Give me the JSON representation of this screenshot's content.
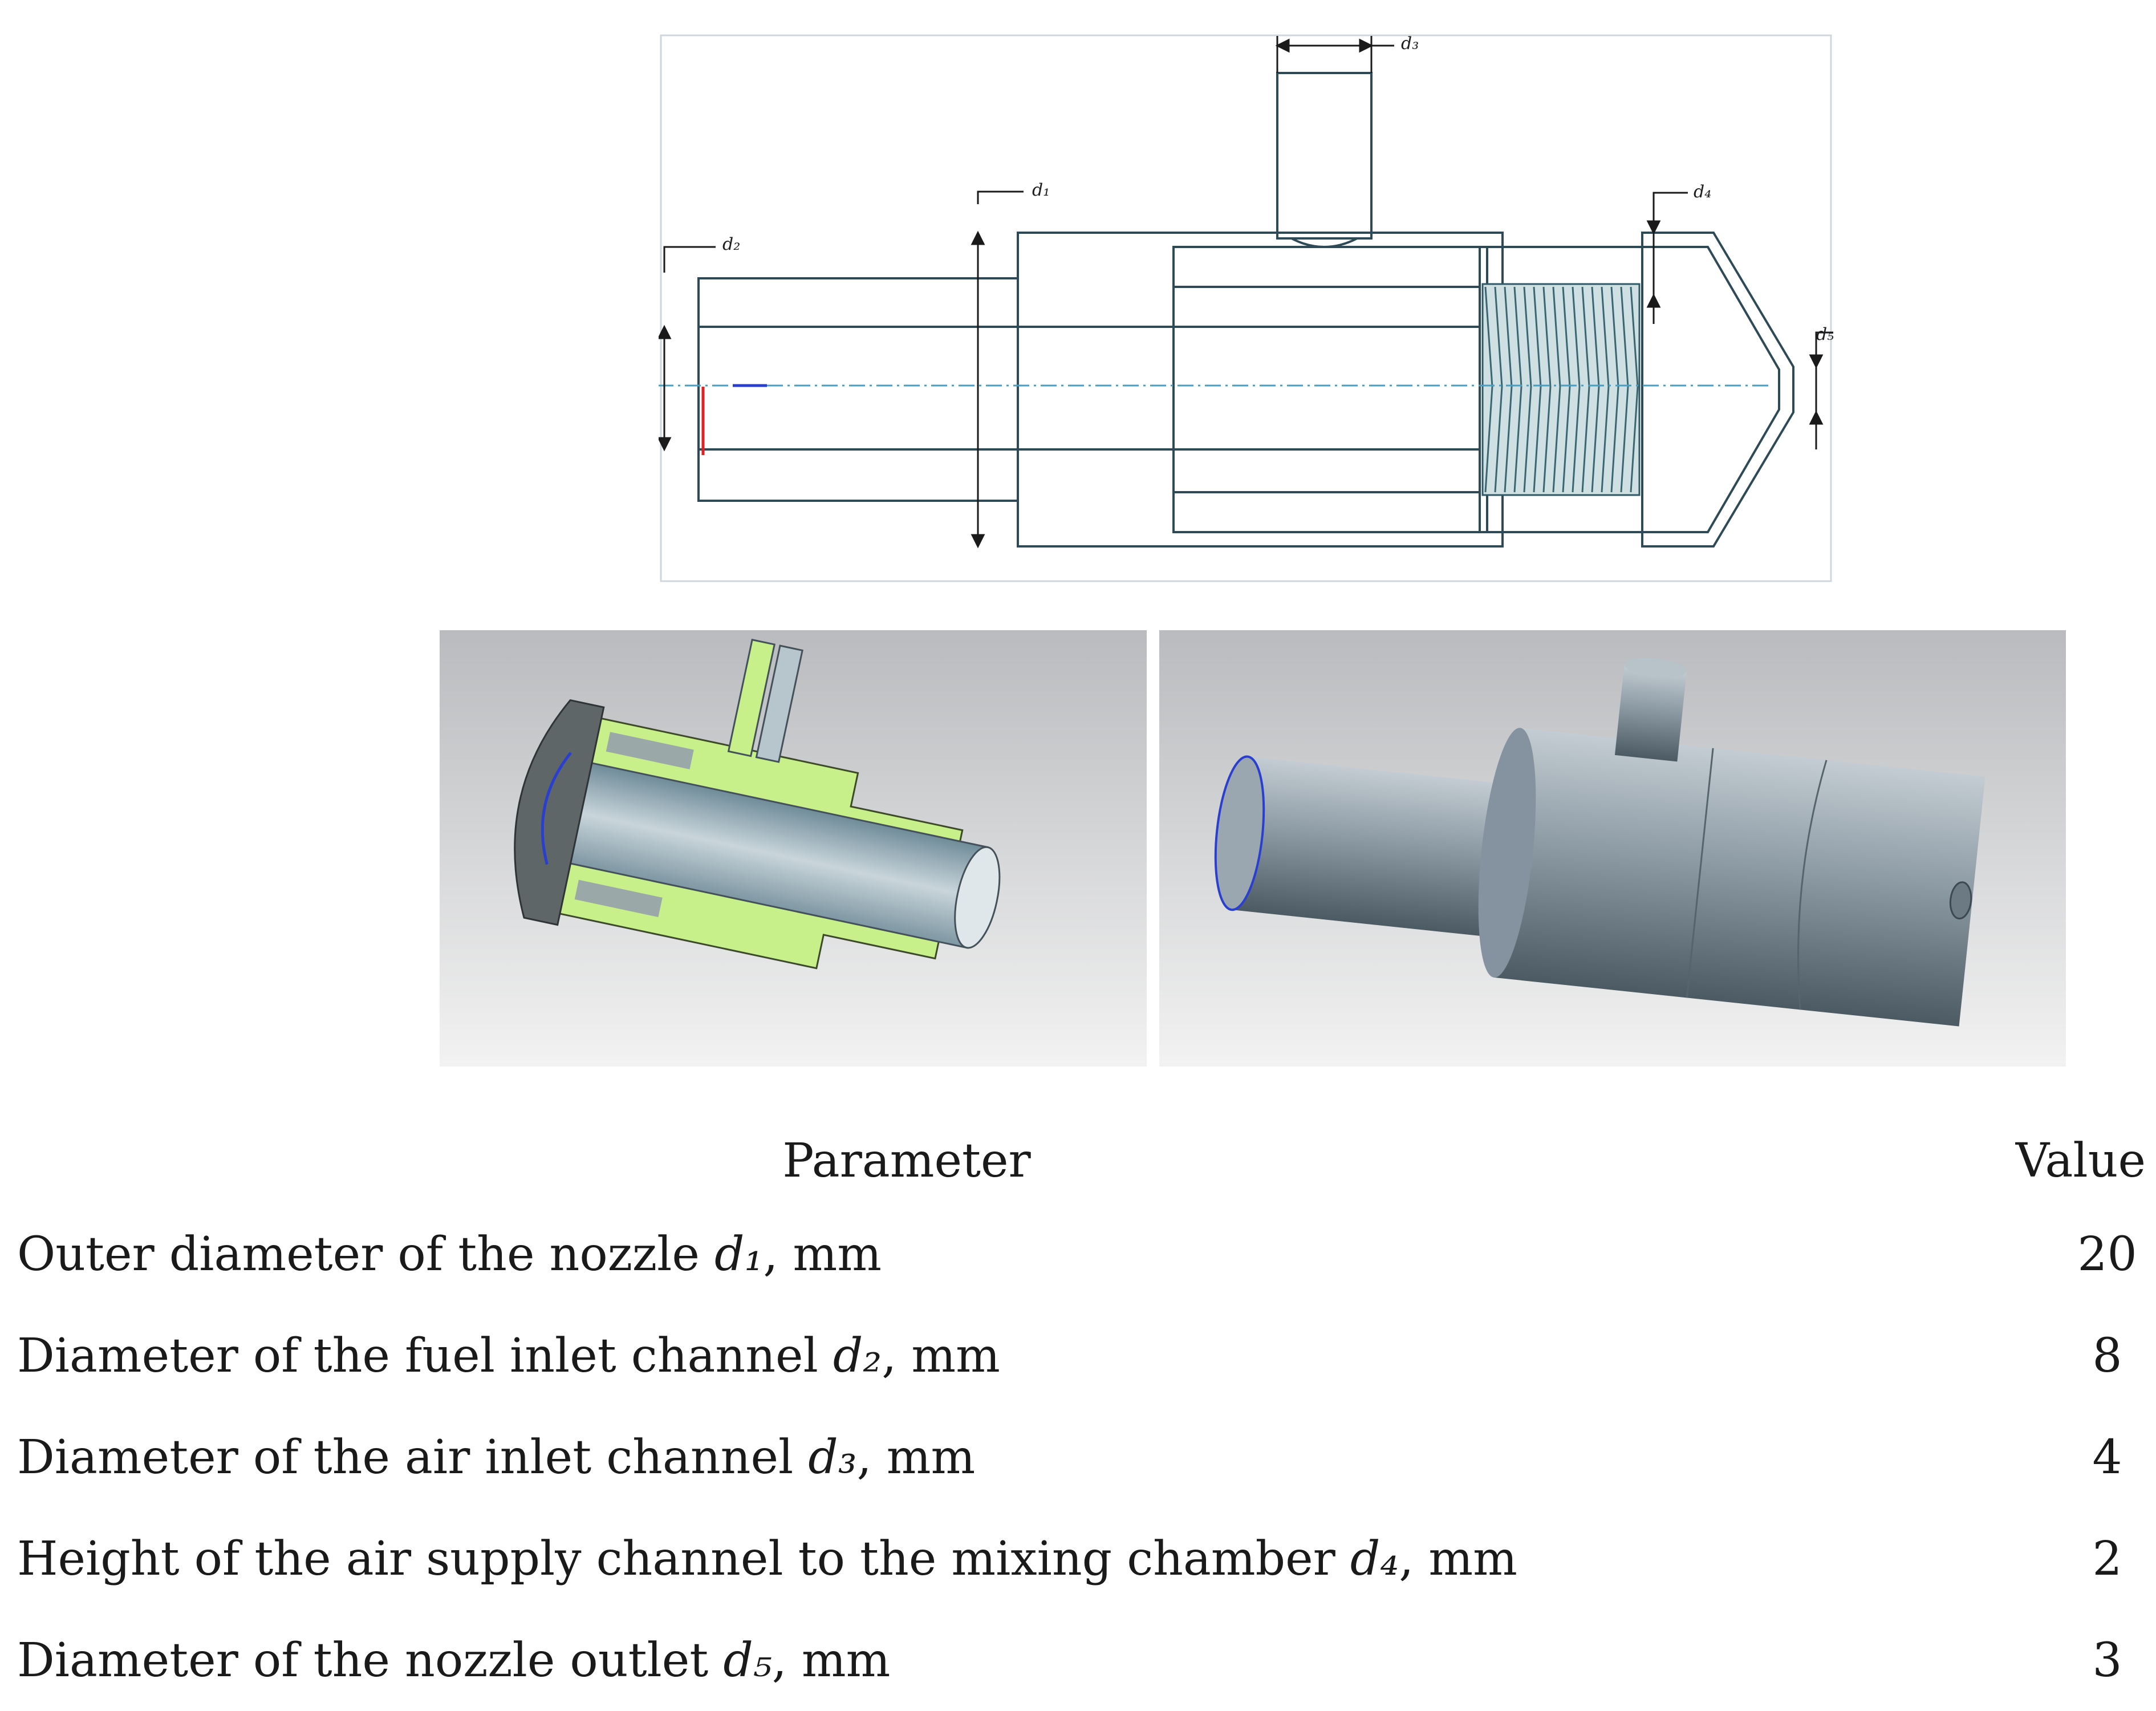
{
  "drawing": {
    "labels": {
      "d1": "d1",
      "d2": "d2",
      "d3": "d3",
      "d4": "d4",
      "d5": "d5"
    }
  },
  "table": {
    "headers": {
      "parameter": "Parameter",
      "value": "Value"
    },
    "rows": [
      {
        "text": "Outer diameter of the nozzle ",
        "symbol": "d1",
        "unit": ", mm",
        "value": "20"
      },
      {
        "text": "Diameter of the fuel inlet channel ",
        "symbol": "d2",
        "unit": ", mm",
        "value": "8"
      },
      {
        "text": "Diameter of the air inlet channel ",
        "symbol": "d3",
        "unit": ", mm",
        "value": "4"
      },
      {
        "text": "Height of the air supply channel to the mixing chamber ",
        "symbol": "d4",
        "unit": ", mm",
        "value": "2"
      },
      {
        "text": "Diameter of the nozzle outlet ",
        "symbol": "d5",
        "unit": ", mm",
        "value": "3"
      }
    ]
  }
}
